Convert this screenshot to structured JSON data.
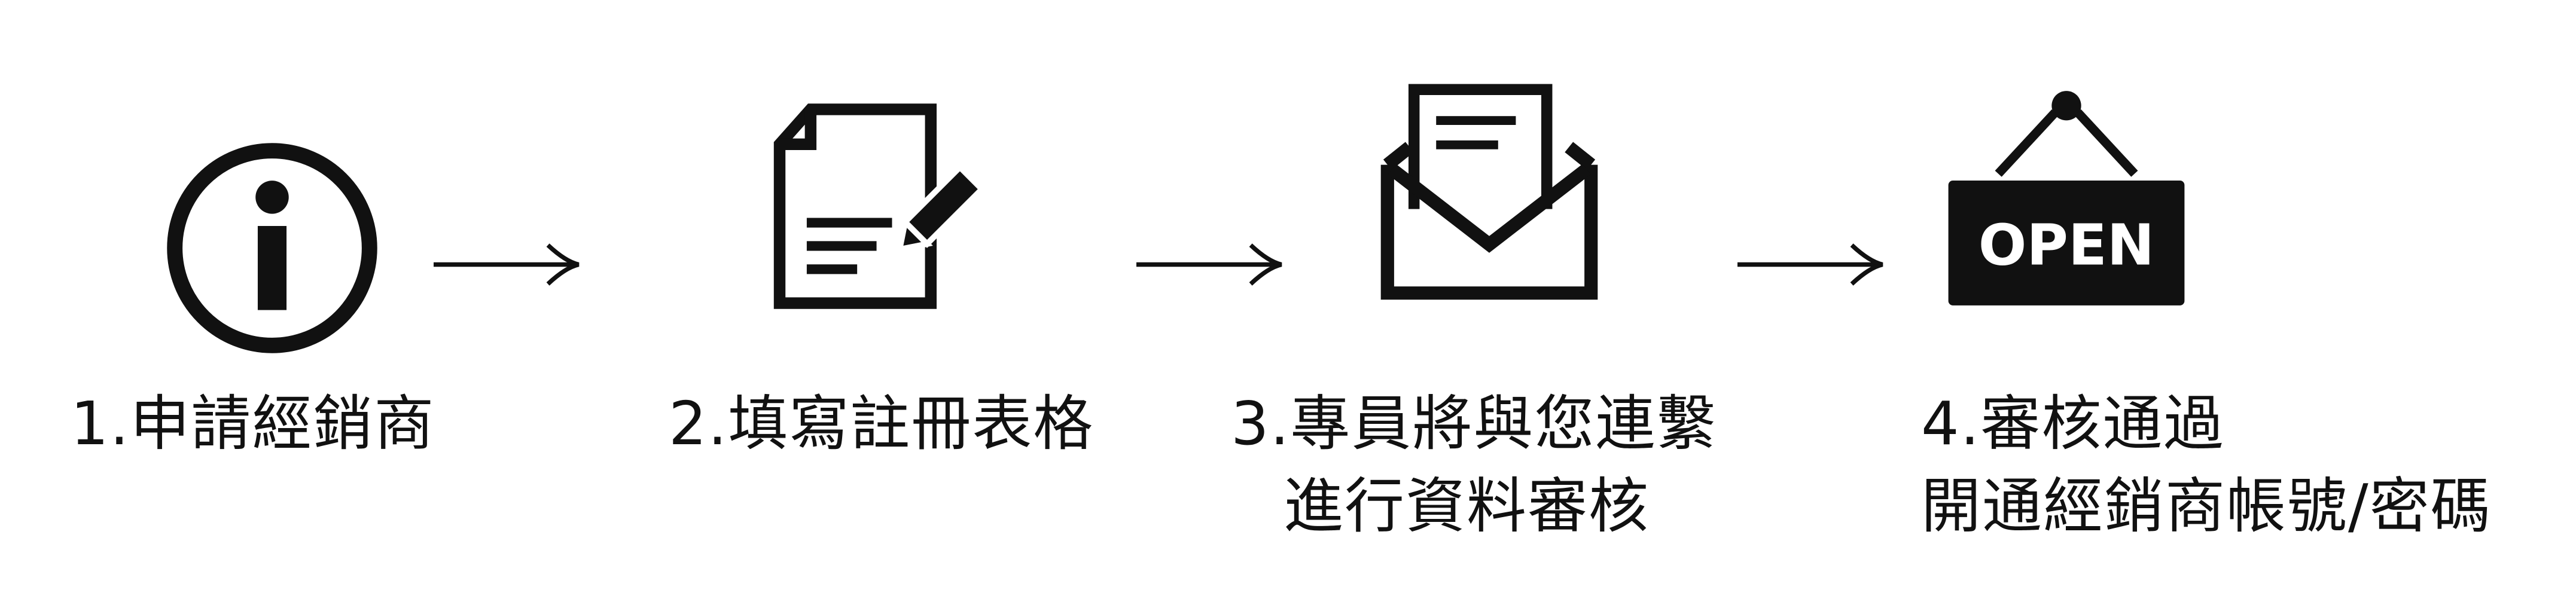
{
  "colors": {
    "ink": "#111111",
    "background": "#ffffff"
  },
  "steps": [
    {
      "icon": "info-icon",
      "lines": [
        "1.申請經銷商"
      ]
    },
    {
      "icon": "form-edit-icon",
      "lines": [
        "2.填寫註冊表格"
      ]
    },
    {
      "icon": "envelope-open-icon",
      "lines": [
        "3.專員將與您連繫",
        "進行資料審核"
      ]
    },
    {
      "icon": "open-sign-icon",
      "sign_text": "OPEN",
      "lines": [
        "4.審核通過",
        "開通經銷商帳號/密碼"
      ]
    }
  ],
  "arrows": [
    "arrow-right-icon",
    "arrow-right-icon",
    "arrow-right-icon"
  ]
}
